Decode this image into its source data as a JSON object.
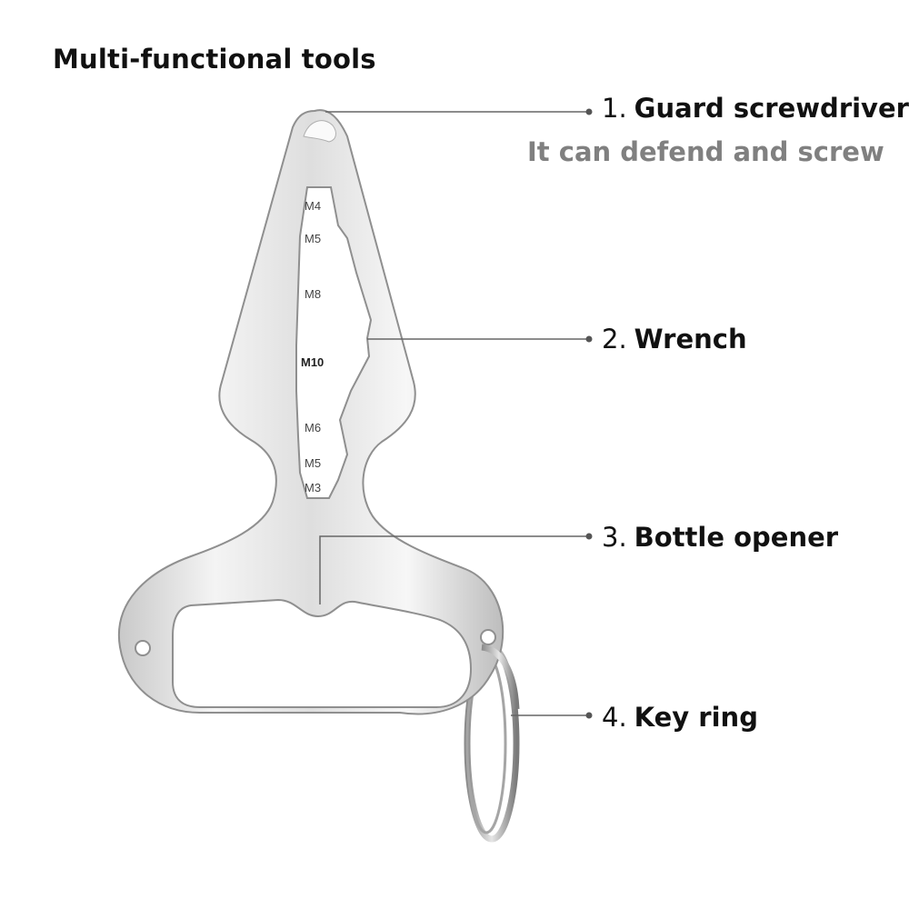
{
  "title": "Multi-functional tools",
  "callouts": [
    {
      "number": "1.",
      "label": "Guard screwdriver",
      "description": "It can defend and screw"
    },
    {
      "number": "2.",
      "label": "Wrench"
    },
    {
      "number": "3.",
      "label": "Bottle opener"
    },
    {
      "number": "4.",
      "label": "Key ring"
    }
  ],
  "wrench_sizes": [
    "M4",
    "M5",
    "M8",
    "M10",
    "M6",
    "M5",
    "M3"
  ],
  "colors": {
    "steel_light": "#f2f2f2",
    "steel_mid": "#d4d4d4",
    "steel_dark": "#9a9a9a",
    "leader_line": "#666666",
    "subtitle": "#808080"
  }
}
